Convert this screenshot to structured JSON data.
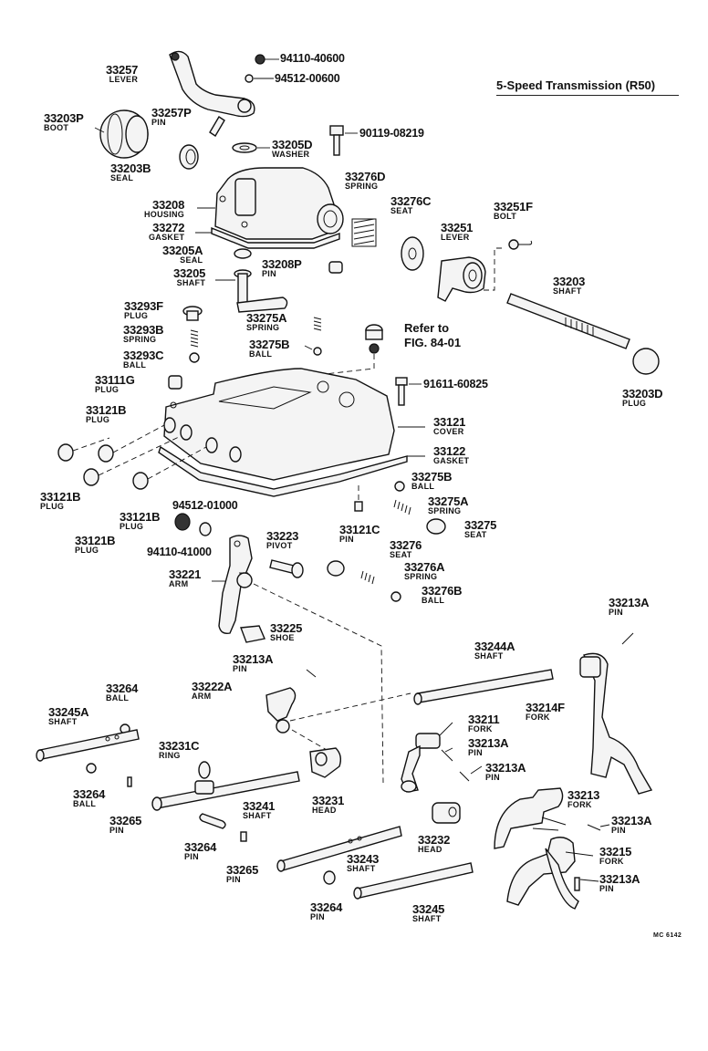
{
  "title": "5-Speed Transmission (R50)",
  "reference": {
    "line1": "Refer to",
    "line2": "FIG. 84-01"
  },
  "figure_code": "MC 6142",
  "callouts": [
    {
      "id": "c33257",
      "num": "33257",
      "name": "LEVER"
    },
    {
      "id": "c94110a",
      "num": "94110-40600",
      "name": ""
    },
    {
      "id": "c94512a",
      "num": "94512-00600",
      "name": ""
    },
    {
      "id": "c33257p",
      "num": "33257P",
      "name": "PIN"
    },
    {
      "id": "c33203p",
      "num": "33203P",
      "name": "BOOT"
    },
    {
      "id": "c33205d",
      "num": "33205D",
      "name": "WASHER"
    },
    {
      "id": "c90119",
      "num": "90119-08219",
      "name": ""
    },
    {
      "id": "c33203b",
      "num": "33203B",
      "name": "SEAL"
    },
    {
      "id": "c33276d",
      "num": "33276D",
      "name": "SPRING"
    },
    {
      "id": "c33276c",
      "num": "33276C",
      "name": "SEAT"
    },
    {
      "id": "c33251f",
      "num": "33251F",
      "name": "BOLT"
    },
    {
      "id": "c33208",
      "num": "33208",
      "name": "HOUSING"
    },
    {
      "id": "c33272",
      "num": "33272",
      "name": "GASKET"
    },
    {
      "id": "c33251",
      "num": "33251",
      "name": "LEVER"
    },
    {
      "id": "c33205a",
      "num": "33205A",
      "name": "SEAL"
    },
    {
      "id": "c33208p",
      "num": "33208P",
      "name": "PIN"
    },
    {
      "id": "c33205",
      "num": "33205",
      "name": "SHAFT"
    },
    {
      "id": "c33203",
      "num": "33203",
      "name": "SHAFT"
    },
    {
      "id": "c33293f",
      "num": "33293F",
      "name": "PLUG"
    },
    {
      "id": "c33275a1",
      "num": "33275A",
      "name": "SPRING"
    },
    {
      "id": "c33293b",
      "num": "33293B",
      "name": "SPRING"
    },
    {
      "id": "c33275b1",
      "num": "33275B",
      "name": "BALL"
    },
    {
      "id": "c33293c",
      "num": "33293C",
      "name": "BALL"
    },
    {
      "id": "c33111g",
      "num": "33111G",
      "name": "PLUG"
    },
    {
      "id": "c91611",
      "num": "91611-60825",
      "name": ""
    },
    {
      "id": "c33203d",
      "num": "33203D",
      "name": "PLUG"
    },
    {
      "id": "c33121b1",
      "num": "33121B",
      "name": "PLUG"
    },
    {
      "id": "c33121",
      "num": "33121",
      "name": "COVER"
    },
    {
      "id": "c33122",
      "num": "33122",
      "name": "GASKET"
    },
    {
      "id": "c33121b2",
      "num": "33121B",
      "name": "PLUG"
    },
    {
      "id": "c33275b2",
      "num": "33275B",
      "name": "BALL"
    },
    {
      "id": "c94512b",
      "num": "94512-01000",
      "name": ""
    },
    {
      "id": "c33275a2",
      "num": "33275A",
      "name": "SPRING"
    },
    {
      "id": "c33121b3",
      "num": "33121B",
      "name": "PLUG"
    },
    {
      "id": "c33121c",
      "num": "33121C",
      "name": "PIN"
    },
    {
      "id": "c33275",
      "num": "33275",
      "name": "SEAT"
    },
    {
      "id": "c33121b4",
      "num": "33121B",
      "name": "PLUG"
    },
    {
      "id": "c94110b",
      "num": "94110-41000",
      "name": ""
    },
    {
      "id": "c33223",
      "num": "33223",
      "name": "PIVOT"
    },
    {
      "id": "c33276",
      "num": "33276",
      "name": "SEAT"
    },
    {
      "id": "c33221",
      "num": "33221",
      "name": "ARM"
    },
    {
      "id": "c33276a",
      "num": "33276A",
      "name": "SPRING"
    },
    {
      "id": "c33276b",
      "num": "33276B",
      "name": "BALL"
    },
    {
      "id": "c33213a1",
      "num": "33213A",
      "name": "PIN"
    },
    {
      "id": "c33225",
      "num": "33225",
      "name": "SHOE"
    },
    {
      "id": "c33244a",
      "num": "33244A",
      "name": "SHAFT"
    },
    {
      "id": "c33213a2",
      "num": "33213A",
      "name": "PIN"
    },
    {
      "id": "c33222a",
      "num": "33222A",
      "name": "ARM"
    },
    {
      "id": "c33214f",
      "num": "33214F",
      "name": "FORK"
    },
    {
      "id": "c33264a",
      "num": "33264",
      "name": "BALL"
    },
    {
      "id": "c33245a",
      "num": "33245A",
      "name": "SHAFT"
    },
    {
      "id": "c33211",
      "num": "33211",
      "name": "FORK"
    },
    {
      "id": "c33213a3",
      "num": "33213A",
      "name": "PIN"
    },
    {
      "id": "c33231c",
      "num": "33231C",
      "name": "RING"
    },
    {
      "id": "c33213a4",
      "num": "33213A",
      "name": "PIN"
    },
    {
      "id": "c33264b",
      "num": "33264",
      "name": "BALL"
    },
    {
      "id": "c33265a",
      "num": "33265",
      "name": "PIN"
    },
    {
      "id": "c33241",
      "num": "33241",
      "name": "SHAFT"
    },
    {
      "id": "c33231",
      "num": "33231",
      "name": "HEAD"
    },
    {
      "id": "c33213",
      "num": "33213",
      "name": "FORK"
    },
    {
      "id": "c33213a5",
      "num": "33213A",
      "name": "PIN"
    },
    {
      "id": "c33232",
      "num": "33232",
      "name": "HEAD"
    },
    {
      "id": "c33264c",
      "num": "33264",
      "name": "PIN"
    },
    {
      "id": "c33243",
      "num": "33243",
      "name": "SHAFT"
    },
    {
      "id": "c33215",
      "num": "33215",
      "name": "FORK"
    },
    {
      "id": "c33265b",
      "num": "33265",
      "name": "PIN"
    },
    {
      "id": "c33213a6",
      "num": "33213A",
      "name": "PIN"
    },
    {
      "id": "c33264d",
      "num": "33264",
      "name": "PIN"
    },
    {
      "id": "c33245",
      "num": "33245",
      "name": "SHAFT"
    }
  ]
}
